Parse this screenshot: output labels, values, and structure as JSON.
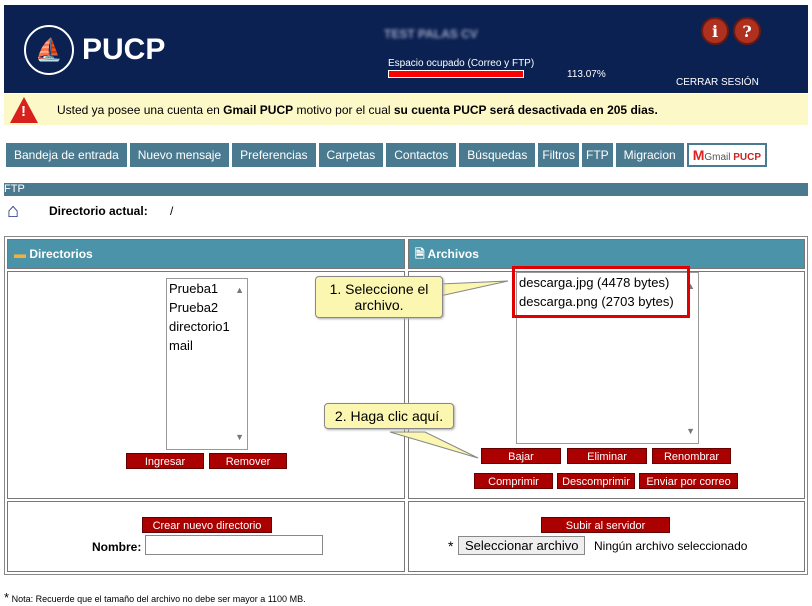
{
  "header": {
    "logo_text": "PUCP",
    "user_name": "TEST PALAS CV",
    "space_label": "Espacio ocupado (Correo y FTP)",
    "space_percent_label": "113.07%",
    "space_fraction": 1.0,
    "logout": "CERRAR SESIÓN",
    "info_icon": "i",
    "help_icon": "?"
  },
  "alert": {
    "pre": "Usted ya posee una cuenta en ",
    "bold1": "Gmail PUCP",
    "mid": " motivo por el cual ",
    "bold2": "su cuenta PUCP será desactivada en 205 dias."
  },
  "nav": [
    "Bandeja de entrada",
    "Nuevo mensaje",
    "Preferencias",
    "Carpetas",
    "Contactos",
    "Búsquedas",
    "Filtros",
    "FTP",
    "Migracion"
  ],
  "gmail_badge": {
    "m": "M",
    "text": "Gmail ",
    "pucp": "PUCP"
  },
  "section_title": "FTP",
  "current_dir": {
    "label": "Directorio actual:",
    "value": "/"
  },
  "directories": {
    "title": "Directorios",
    "items": [
      "Prueba1",
      "Prueba2",
      "directorio1",
      "mail"
    ],
    "buttons": [
      "Ingresar",
      "Remover"
    ],
    "create_button": "Crear nuevo directorio",
    "name_label": "Nombre:",
    "name_value": ""
  },
  "files": {
    "title": "Archivos",
    "items": [
      "descarga.jpg (4478 bytes)",
      "descarga.png (2703 bytes)"
    ],
    "buttons_row1": [
      "Bajar",
      "Eliminar",
      "Renombrar"
    ],
    "buttons_row2": [
      "Comprimir",
      "Descomprimir",
      "Enviar por correo"
    ],
    "upload_button": "Subir al servidor",
    "choose_button": "Seleccionar archivo",
    "no_file": "Ningún archivo seleccionado",
    "asterisk": "*"
  },
  "callouts": [
    "1. Seleccione el archivo.",
    "2. Haga clic aquí."
  ],
  "note": {
    "star": "*",
    "text": " Nota: Recuerde que el tamaño del archivo no debe ser mayor a 1100 MB."
  }
}
